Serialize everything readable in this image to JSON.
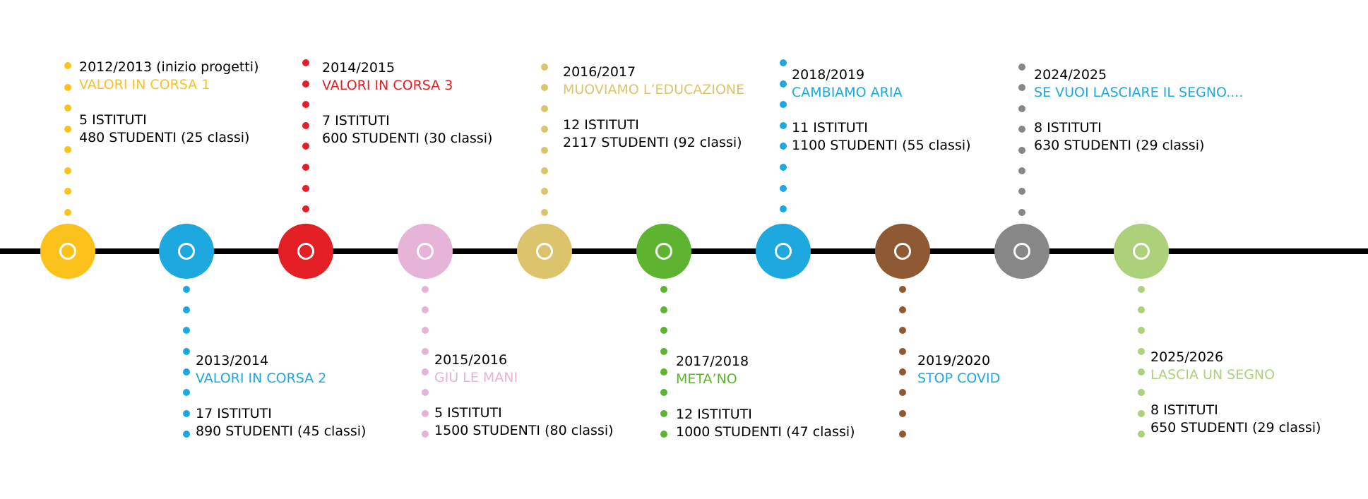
{
  "entries": [
    {
      "year": "2012/2013 (inizio progetti)",
      "project": "VALORI IN CORSA 1",
      "institutes": "5 ISTITUTI",
      "students": "480 STUDENTI (25 classi)",
      "color": "#FBC21C",
      "side": "top"
    },
    {
      "year": "2013/2014",
      "project": "VALORI IN CORSA 2",
      "institutes": "17 ISTITUTI",
      "students": "890 STUDENTI (45 classi)",
      "color": "#1DA8E0",
      "side": "bottom"
    },
    {
      "year": "2014/2015",
      "project": "VALORI IN CORSA 3",
      "institutes": "7 ISTITUTI",
      "students": "600 STUDENTI (30 classi)",
      "color": "#E31E24",
      "side": "top"
    },
    {
      "year": "2015/2016",
      "project": "GIÙ LE MANI",
      "institutes": "5 ISTITUTI",
      "students": "1500 STUDENTI (80 classi)",
      "color": "#E6B4D6",
      "side": "bottom"
    },
    {
      "year": "2016/2017",
      "project": "MUOVIAMO L’EDUCAZIONE",
      "institutes": "12 ISTITUTI",
      "students": "2117 STUDENTI (92 classi)",
      "color": "#DCC46C",
      "side": "top"
    },
    {
      "year": "2017/2018",
      "project": "META’NO",
      "institutes": "12 ISTITUTI",
      "students": "1000 STUDENTI (47 classi)",
      "color": "#5EB430",
      "side": "bottom"
    },
    {
      "year": "2018/2019",
      "project": "CAMBIAMO ARIA",
      "institutes": "11 ISTITUTI",
      "students": "1100 STUDENTI (55 classi)",
      "color": "#1DA8E0",
      "side": "top"
    },
    {
      "year": "2019/2020",
      "project": "STOP COVID",
      "institutes": "",
      "students": "",
      "color": "#8F5A33",
      "side": "bottom",
      "projectColor": "#1DA8E0"
    },
    {
      "year": "2024/2025",
      "project": "SE VUOI LASCIARE IL SEGNO....",
      "institutes": "8 ISTITUTI",
      "students": "630 STUDENTI (29 classi)",
      "color": "#878787",
      "side": "top",
      "projectColor": "#1DA8E0"
    },
    {
      "year": "2025/2026",
      "project": "LASCIA UN SEGNO",
      "institutes": "8 ISTITUTI",
      "students": "650 STUDENTI (29 classi)",
      "color": "#ADD17B",
      "side": "bottom"
    }
  ]
}
